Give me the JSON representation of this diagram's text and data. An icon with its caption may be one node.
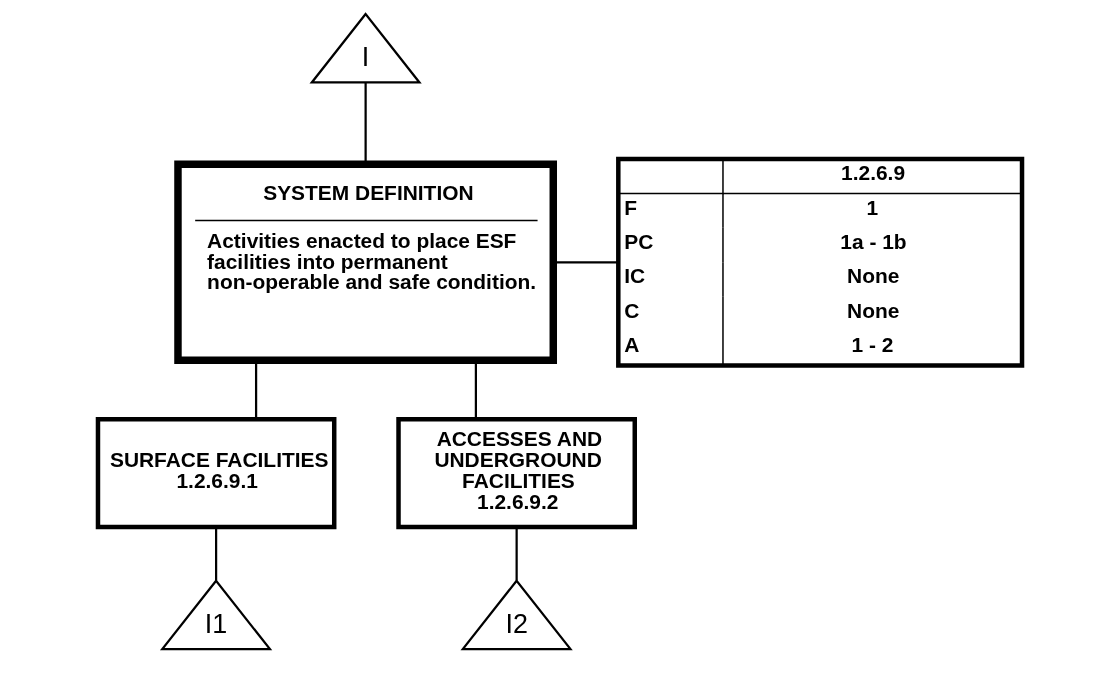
{
  "diagram": {
    "nodes": [
      {
        "text": [
          "I"
        ]
      },
      {
        "text": [
          "SYSTEM DEFINITION",
          "Activities enacted to place ESF facilities into permanent non-operable and safe condition."
        ]
      },
      {
        "text": [
          "1.2.6.9",
          "F",
          "1",
          "PC",
          "1a - 1b",
          "IC",
          "None",
          "C",
          "None",
          "A",
          "1 - 2"
        ]
      },
      {
        "text": [
          "SURFACE FACILITIES",
          "1.2.6.9.1"
        ]
      },
      {
        "text": [
          "ACCESSES AND UNDERGROUND FACILITIES",
          "1.2.6.9.2"
        ]
      },
      {
        "text": [
          "I1"
        ]
      },
      {
        "text": [
          "I2"
        ]
      }
    ],
    "edges": [
      {
        "from": 0,
        "to": 1,
        "arrow": "none"
      },
      {
        "from": 1,
        "to": 2,
        "arrow": "none"
      },
      {
        "from": 1,
        "to": 3,
        "arrow": "none"
      },
      {
        "from": 1,
        "to": 4,
        "arrow": "none"
      },
      {
        "from": 3,
        "to": 5,
        "arrow": "none"
      },
      {
        "from": 4,
        "to": 6,
        "arrow": "none"
      }
    ]
  }
}
